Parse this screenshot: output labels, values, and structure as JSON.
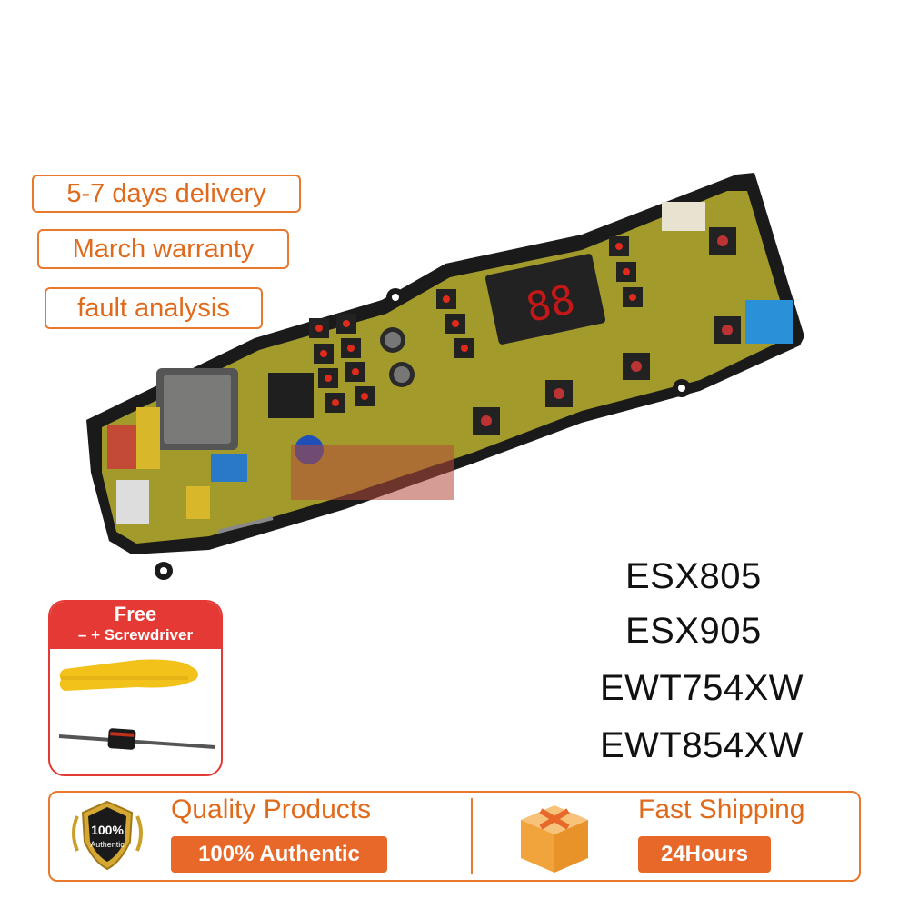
{
  "badges": {
    "delivery": "5-7 days delivery",
    "warranty": "March warranty",
    "fault": "fault analysis"
  },
  "board": {
    "display_digits": "88"
  },
  "models": [
    "ESX805",
    "ESX905",
    "EWT754XW",
    "EWT854XW"
  ],
  "promo": {
    "title": "Free",
    "subtitle": "– + Screwdriver"
  },
  "quality": {
    "seal_percent": "100%",
    "seal_label": "Authentic",
    "title": "Quality Products",
    "pill": "100% Authentic"
  },
  "shipping": {
    "title": "Fast Shipping",
    "pill": "24Hours"
  },
  "colors": {
    "accent_orange": "#e8782c",
    "promo_red": "#e53935",
    "pcb_yellow": "#a89a2a"
  }
}
